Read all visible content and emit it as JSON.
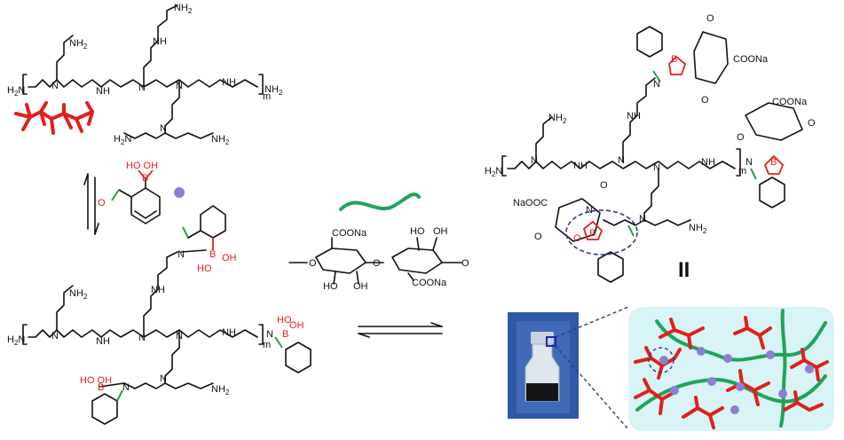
{
  "labels": {
    "nh2": "NH",
    "nh": "NH",
    "h2n": "H",
    "n": "N",
    "m": "m",
    "oh": "OH",
    "ho": "HO",
    "hoboh": "HO  OH",
    "b": "B",
    "o": "O",
    "coona": "COONa",
    "naooc": "NaOOC",
    "h": "H",
    "two": "2",
    "roman": "II"
  },
  "colors": {
    "pei": "#e0201b",
    "alginate": "#20a35a",
    "crosslink": "#8a7fd4",
    "panel_bg": "#d8f4f7",
    "panel_border": "#6a7fb5",
    "dashed_circle": "#333a80"
  }
}
